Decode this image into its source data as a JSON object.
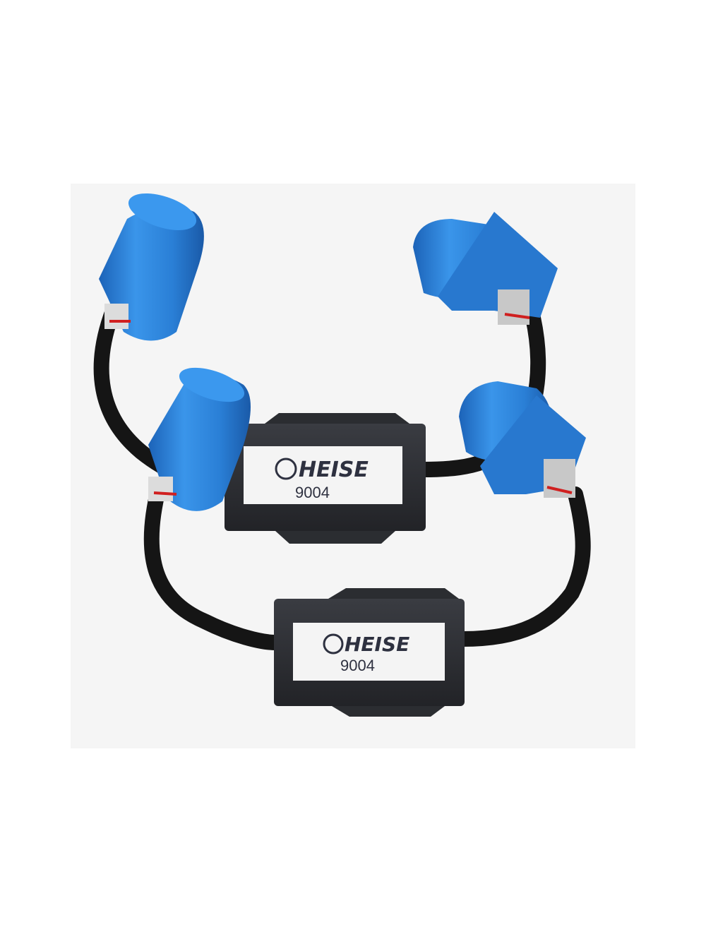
{
  "product": {
    "decoders": [
      {
        "brand": "HEISE",
        "model": "9004"
      },
      {
        "brand": "HEISE",
        "model": "9004"
      }
    ]
  },
  "colors": {
    "connector_blue": "#2a7fd6",
    "decoder_body": "#2b2d31",
    "cable": "#151515",
    "backdrop": "#f5f5f5"
  }
}
